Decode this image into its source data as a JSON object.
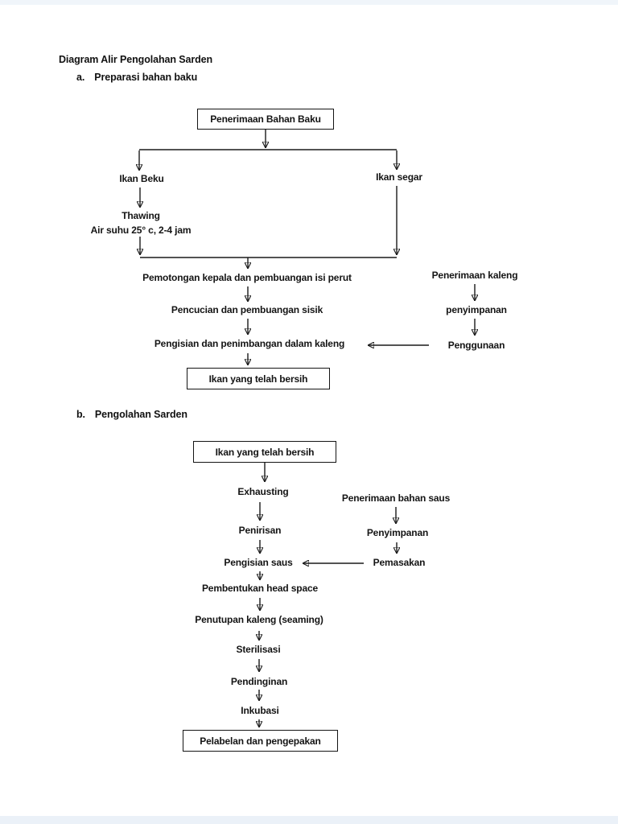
{
  "page": {
    "title": "Diagram Alir Pengolahan Sarden"
  },
  "section_a": {
    "label": "a.",
    "heading": "Preparasi bahan baku",
    "start_box": "Penerimaan Bahan Baku",
    "left_branch": {
      "input": "Ikan Beku",
      "process": "Thawing",
      "condition": "Air suhu 25° c, 2-4 jam"
    },
    "right_branch": {
      "input": "Ikan segar"
    },
    "steps": [
      "Pemotongan kepala dan pembuangan isi perut",
      "Pencucian dan pembuangan sisik",
      "Pengisian dan penimbangan dalam kaleng"
    ],
    "end_box": "Ikan yang telah bersih",
    "can_chain": [
      "Penerimaan kaleng",
      "penyimpanan",
      "Penggunaan"
    ]
  },
  "section_b": {
    "label": "b.",
    "heading": "Pengolahan Sarden",
    "start_box": "Ikan yang telah bersih",
    "steps": [
      "Exhausting",
      "Penirisan",
      "Pengisian saus",
      "Pembentukan head space",
      "Penutupan kaleng (seaming)",
      "Sterilisasi",
      "Pendinginan",
      "Inkubasi"
    ],
    "end_box": "Pelabelan dan pengepakan",
    "sauce_chain": [
      "Penerimaan bahan saus",
      "Penyimpanan",
      "Pemasakan"
    ]
  },
  "colors": {
    "ink": "#141414",
    "connector_line": "#1a1a1a",
    "page_background": "#ffffff",
    "page_edge_tint": "#ebf1f8"
  }
}
